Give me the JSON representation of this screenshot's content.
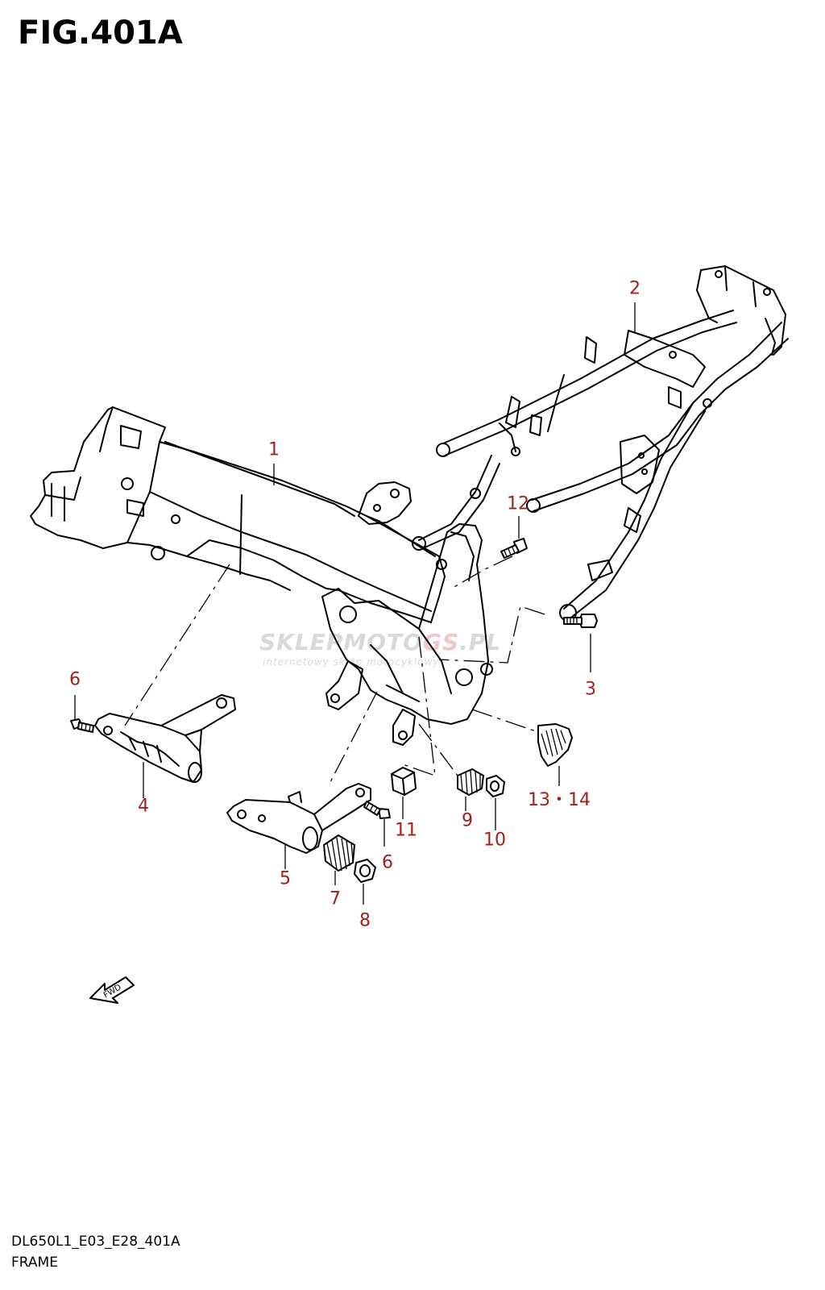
{
  "figure": {
    "title": "FIG.401A",
    "code": "DL650L1_E03_E28_401A",
    "name": "FRAME"
  },
  "watermark": {
    "main": "SKLEPMOTO",
    "accent": "GS",
    "suffix": ".PL",
    "sub": "internetowy sklep motocyklowy"
  },
  "fwd_arrow": {
    "label": "FWD"
  },
  "callouts": [
    {
      "id": "1",
      "label": "1"
    },
    {
      "id": "2",
      "label": "2"
    },
    {
      "id": "3",
      "label": "3"
    },
    {
      "id": "4",
      "label": "4"
    },
    {
      "id": "5",
      "label": "5"
    },
    {
      "id": "6a",
      "label": "6"
    },
    {
      "id": "6b",
      "label": "6"
    },
    {
      "id": "7",
      "label": "7"
    },
    {
      "id": "8",
      "label": "8"
    },
    {
      "id": "9",
      "label": "9"
    },
    {
      "id": "10",
      "label": "10"
    },
    {
      "id": "11",
      "label": "11"
    },
    {
      "id": "12",
      "label": "12"
    },
    {
      "id": "13-14",
      "label": "13・14"
    }
  ],
  "colors": {
    "callout": "#a0201e",
    "line": "#000000",
    "watermark": "#d9d9d9"
  }
}
